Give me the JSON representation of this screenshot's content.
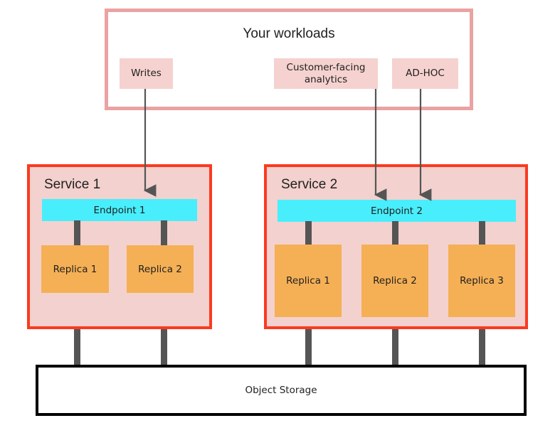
{
  "workloads": {
    "title": "Your workloads",
    "chips": [
      {
        "id": "writes",
        "label": "Writes"
      },
      {
        "id": "analytics",
        "label": "Customer-facing analytics"
      },
      {
        "id": "adhoc",
        "label": "AD-HOC"
      }
    ],
    "border_color": "#eba2a2",
    "chip_color": "#f5d2cf"
  },
  "services": [
    {
      "id": "service-1",
      "title": "Service 1",
      "endpoint": "Endpoint 1",
      "replicas": [
        "Replica 1",
        "Replica 2"
      ]
    },
    {
      "id": "service-2",
      "title": "Service 2",
      "endpoint": "Endpoint 2",
      "replicas": [
        "Replica 1",
        "Replica 2",
        "Replica 3"
      ]
    }
  ],
  "storage": {
    "label": "Object Storage",
    "border_color": "#000000"
  },
  "colors": {
    "service_border": "#fb3a20",
    "service_fill": "#f3d1ce",
    "endpoint_fill": "#48eefb",
    "replica_fill": "#f5b055",
    "connector": "#555555",
    "arrow": "#555555",
    "background": "#ffffff"
  },
  "arrows": [
    {
      "id": "writes-to-endpoint-1",
      "from": "Writes",
      "to": "Endpoint 1"
    },
    {
      "id": "analytics-to-endpoint-2",
      "from": "Customer-facing analytics",
      "to": "Endpoint 2"
    },
    {
      "id": "adhoc-to-endpoint-2",
      "from": "AD-HOC",
      "to": "Endpoint 2"
    }
  ]
}
